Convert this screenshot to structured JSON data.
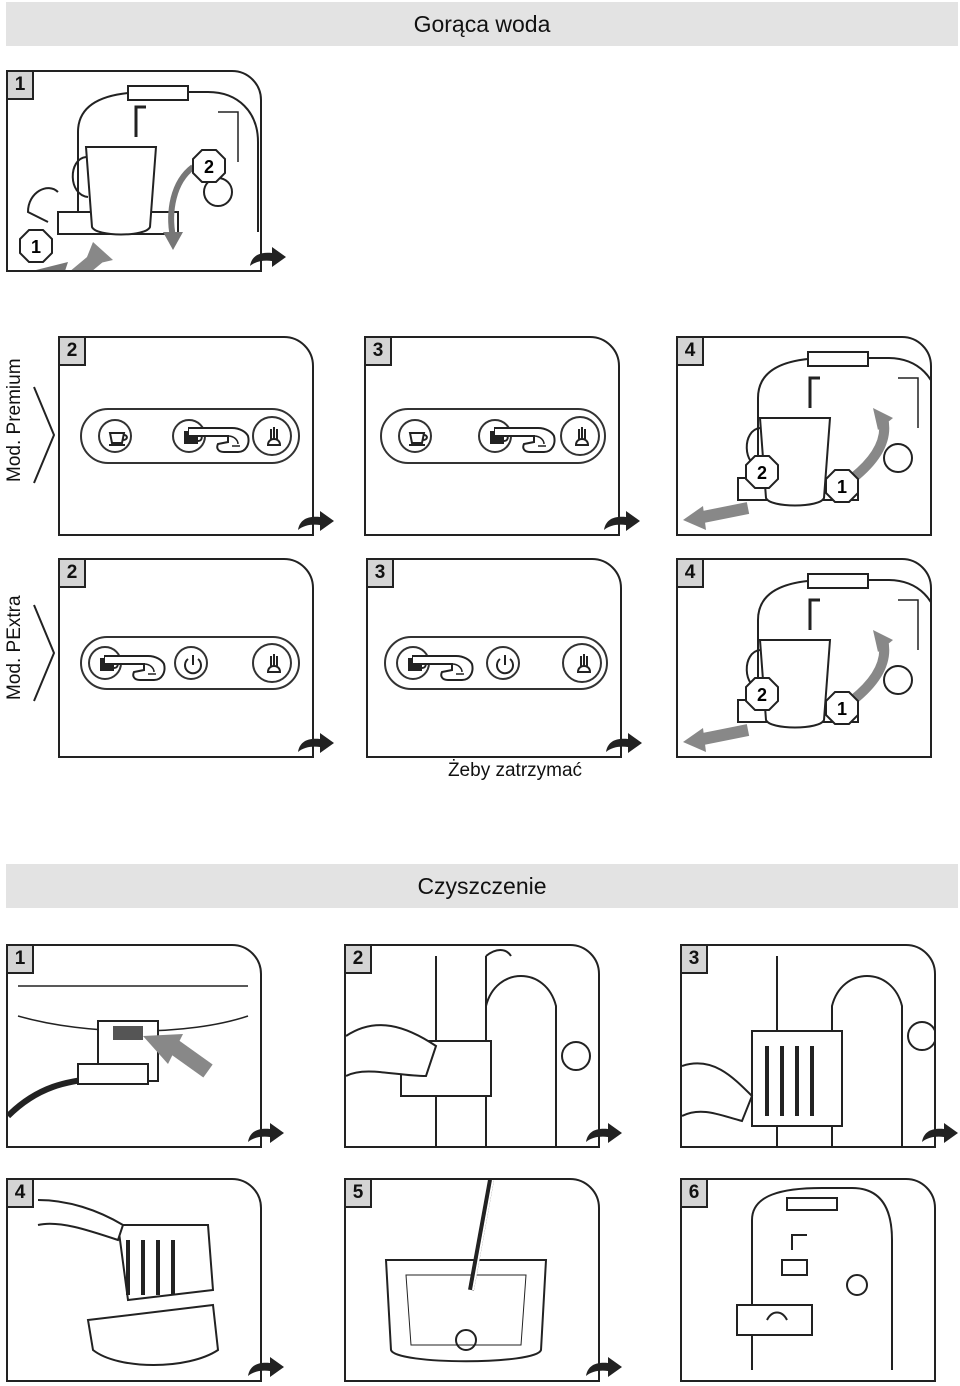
{
  "sections": {
    "hot_water": {
      "title": "Gorąca woda"
    },
    "cleaning": {
      "title": "Czyszczenie"
    }
  },
  "steps": {
    "s1": "1",
    "s2": "2",
    "s3": "3",
    "s4": "4",
    "s5": "5",
    "s6": "6",
    "callout1": "1",
    "callout2": "2"
  },
  "models": {
    "premium": "Mod. Premium",
    "pextra": "Mod. PExtra"
  },
  "stop_caption": "Żeby zatrzymać",
  "icons": {
    "cup": "cup-icon",
    "mug": "mug-icon",
    "steam": "steam-icon",
    "power": "power-icon",
    "hand": "pointing-hand-icon",
    "next": "next-arrow-icon"
  }
}
